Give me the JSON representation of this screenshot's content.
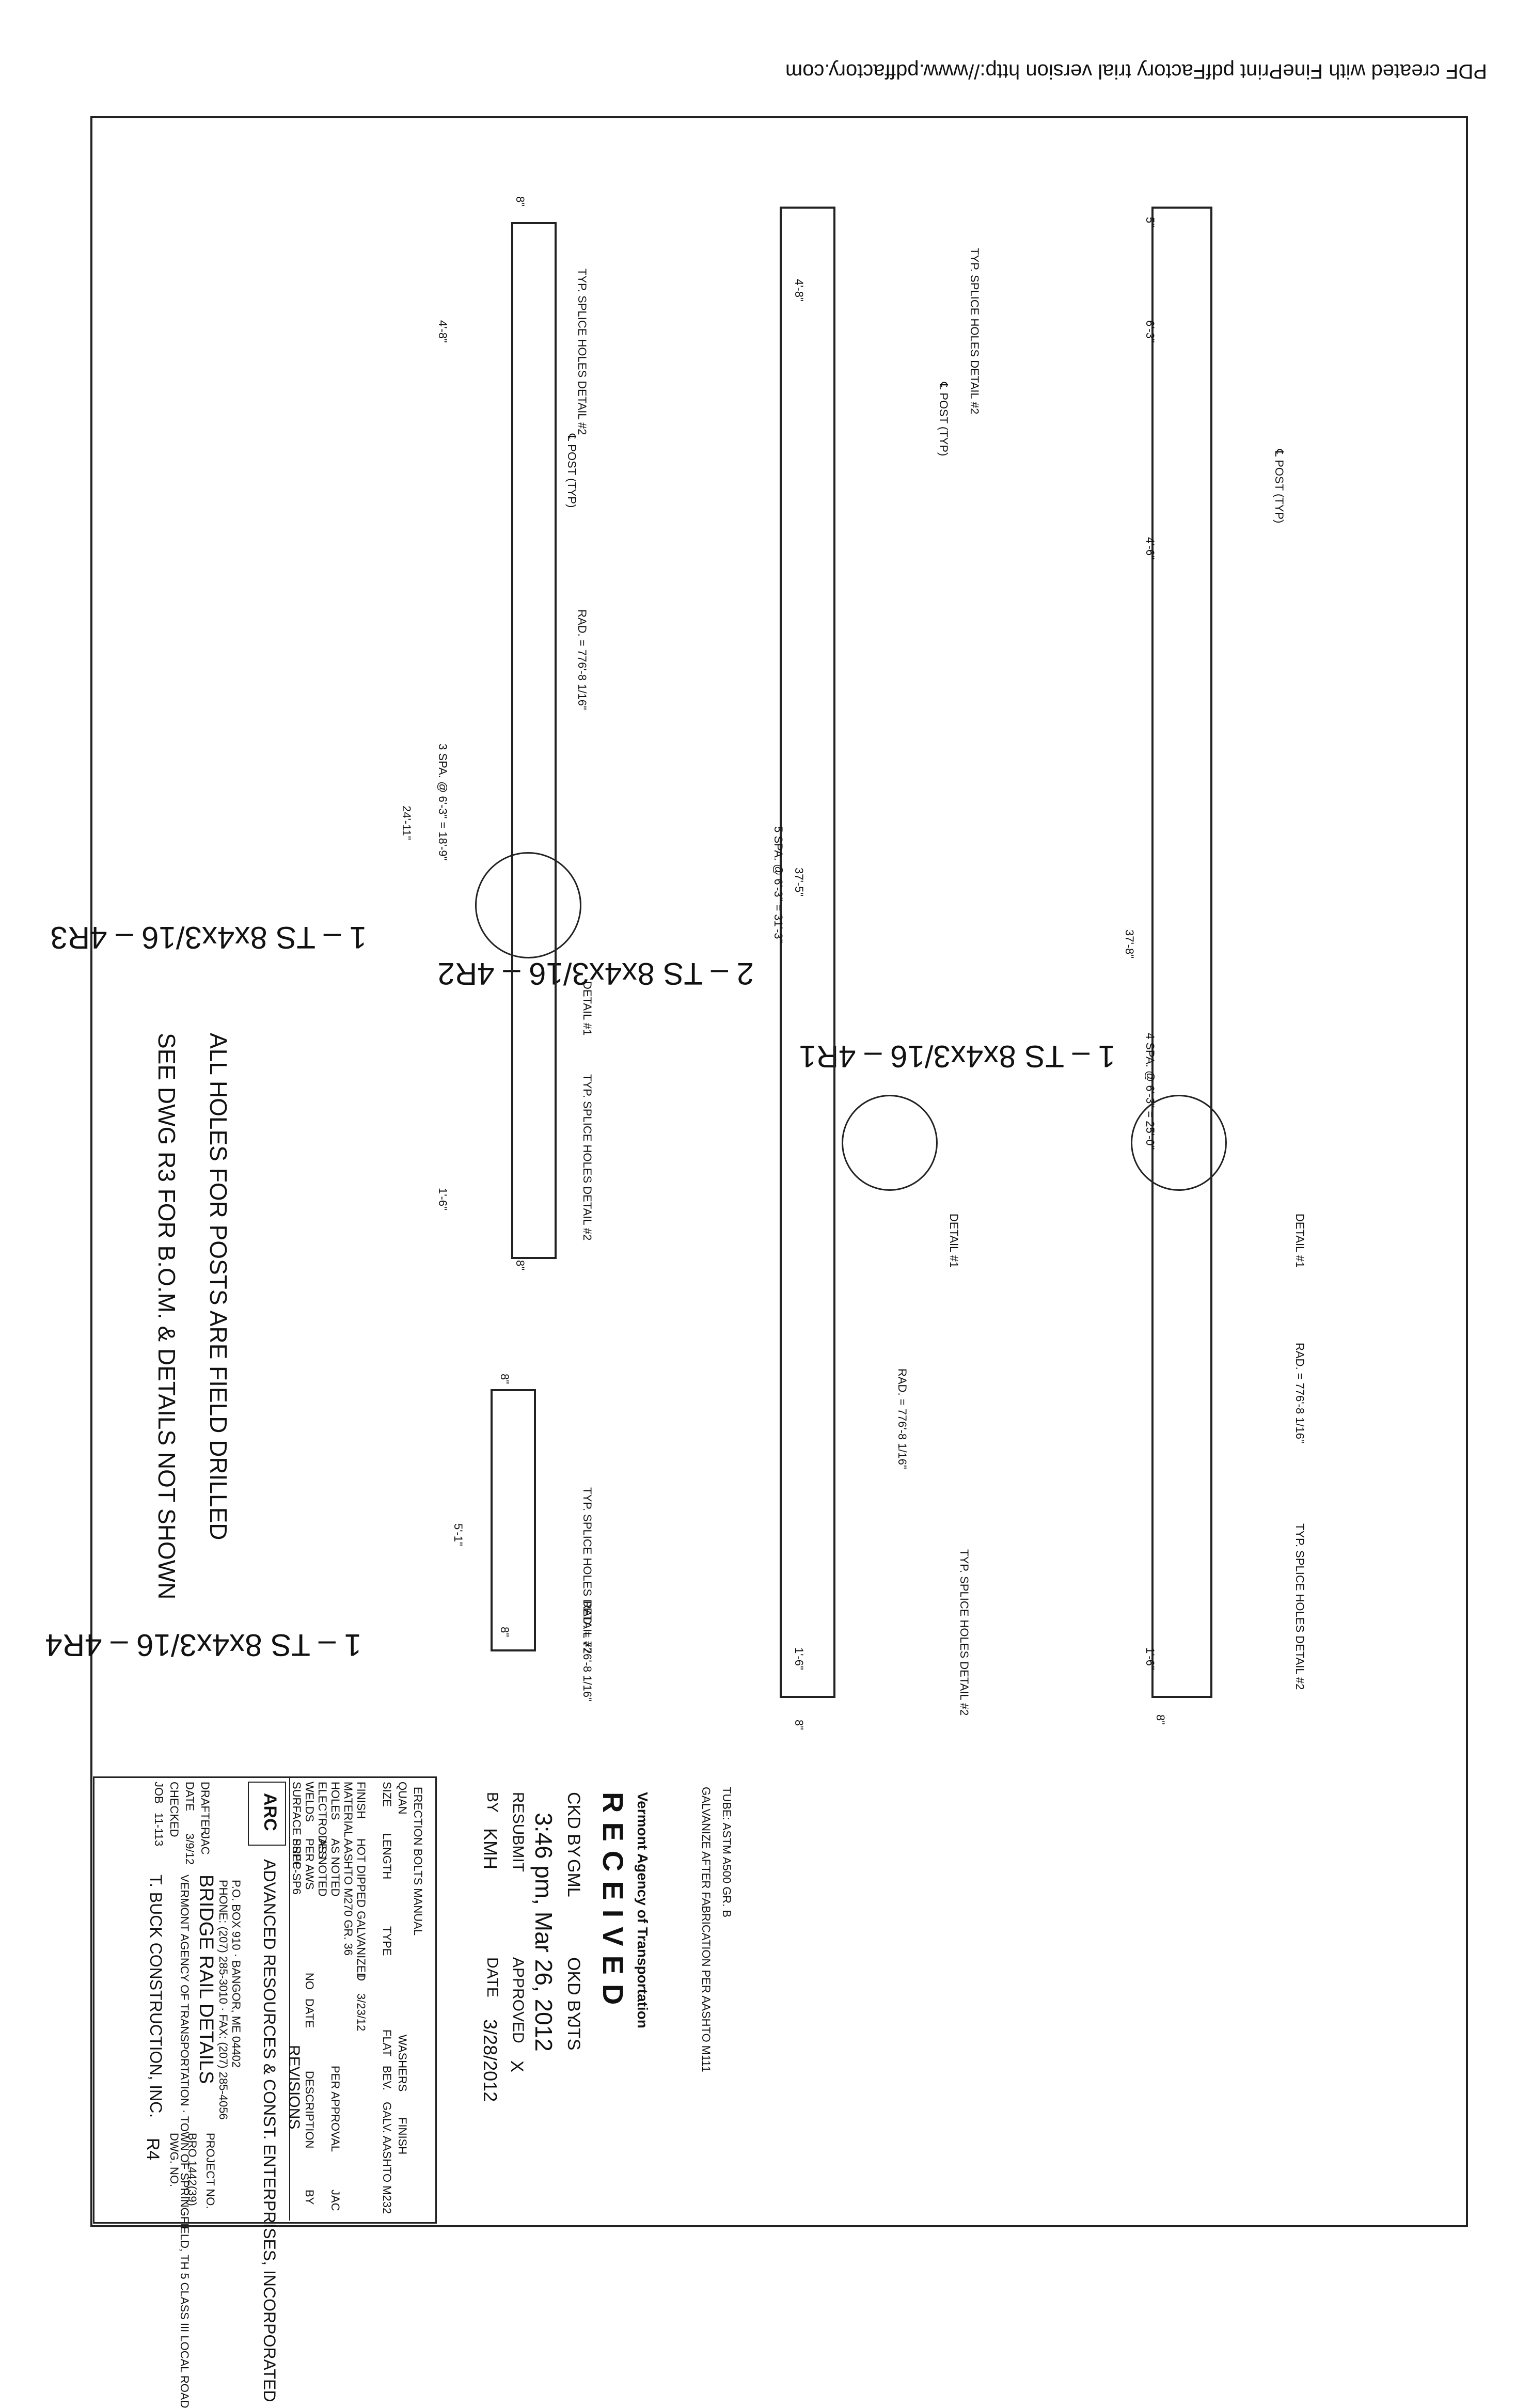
{
  "header": {
    "pdf_notice": "PDF created with FinePrint pdfFactory trial version http://www.pdffactory.com"
  },
  "drawing": {
    "beam1": {
      "label": "1 – TS 8x4x3/16 – 4R1",
      "dims": [
        "5\"",
        "6'-3\"",
        "4'-6\"",
        "37'-8\"",
        "4 SPA. @ 6'-3\" = 25'-0\"",
        "1'-6\"",
        "8\""
      ],
      "notes": [
        "℄ POST (TYP)",
        "DETAIL #1",
        "RAD. = 776'-8 1/16\"",
        "TYP. SPLICE HOLES DETAIL #2"
      ]
    },
    "beam2": {
      "label": "2 – TS 8x4x3/16 – 4R2",
      "dims": [
        "4'-8\"",
        "37'-5\"",
        "5 SPA. @ 6'-3\" = 31'-3\"",
        "1'-6\"",
        "8\""
      ],
      "notes": [
        "TYP. SPLICE HOLES DETAIL #2",
        "℄ POST (TYP)",
        "DETAIL #1",
        "RAD. = 776'-8 1/16\"",
        "TYP. SPLICE HOLES DETAIL #2"
      ]
    },
    "beam3": {
      "label": "1 – TS 8x4x3/16 – 4R3",
      "dims": [
        "8\"",
        "4'-8\"",
        "24'-11\"",
        "3 SPA. @ 6'-3\" = 18'-9\"",
        "1'-6\"",
        "8\""
      ],
      "notes": [
        "TYP. SPLICE HOLES DETAIL #2",
        "℄ POST (TYP)",
        "RAD. = 776'-8 1/16\"",
        "DETAIL #1",
        "TYP. SPLICE HOLES DETAIL #2"
      ]
    },
    "beam4": {
      "label": "1 – TS 8x4x3/16 – 4R4",
      "dims": [
        "8\"",
        "5'-1\"",
        "8\""
      ],
      "notes": [
        "TYP. SPLICE HOLES DETAIL #2",
        "RAD. = 776'-8 1/16\""
      ]
    },
    "general_notes": [
      "ALL HOLES FOR POSTS ARE FIELD DRILLED",
      "SEE DWG R3 FOR B.O.M. & DETAILS NOT SHOWN"
    ],
    "material_notes": [
      "TUBE: ASTM A500 GR. B",
      "GALVANIZE AFTER FABRICATION PER AASHTO M111"
    ]
  },
  "stamp": {
    "agency": "Vermont Agency of Transportation",
    "received": "RECEIVED",
    "ckd_by_label": "CKD BY",
    "ckd_by": "GML",
    "okd_by_label": "OKD BY",
    "okd_by": "JTS",
    "time": "3:46 pm, Mar 26, 2012",
    "resubmit": "RESUBMIT",
    "approved": "APPROVED",
    "approved_mark": "X",
    "by": "BY",
    "by_value": "KMH",
    "date_label": "DATE",
    "date_value": "3/28/2012"
  },
  "title_block": {
    "spec_headers": [
      "ERECTION BOLTS MANUAL",
      "QUAN",
      "SIZE",
      "LENGTH",
      "TYPE",
      "WASHERS",
      "FLAT",
      "BEV.",
      "FINISH",
      "GALV. AASHTO M232"
    ],
    "spec_rows": [
      [
        "FINISH",
        "HOT DIPPED GALVANIZED"
      ],
      [
        "MATERIAL",
        "AASHTO M270 GR. 36"
      ],
      [
        "HOLES",
        "AS NOTED"
      ],
      [
        "ELECTRODES",
        "AS NOTED"
      ],
      [
        "WELDS",
        "PER AWS"
      ],
      [
        "SURFACE PREP",
        "SSPC-SP6"
      ]
    ],
    "revisions_label": "REVISIONS",
    "revision": [
      "1",
      "3/23/12",
      "PER APPROVAL",
      "JAC"
    ],
    "revision_headers": [
      "NO",
      "DATE",
      "DESCRIPTION",
      "BY"
    ],
    "company_logo": "ARC",
    "company_name": "ADVANCED RESOURCES & CONST. ENTERPRISES, INCORPORATED",
    "company_address": "P.O. BOX 910 · BANGOR, ME 04402",
    "company_phone": "PHONE: (207) 285-3010 · FAX: (207) 285-4056",
    "drafter_label": "DRAFTER",
    "drafter": "JAC",
    "date_label": "DATE",
    "date": "3/9/12",
    "checked_label": "CHECKED",
    "job_label": "JOB",
    "job": "11-113",
    "drawing_title": "BRIDGE RAIL DETAILS",
    "project_desc": "VERMONT AGENCY OF TRANSPORTATION · TOWN OF SPRINGFIELD, TH 5 CLASS III LOCAL ROAD",
    "contractor": "T. BUCK CONSTRUCTION, INC.",
    "project_no_label": "PROJECT NO.",
    "project_no": "BRO 1442(39)",
    "dwg_no_label": "DWG. NO.",
    "dwg_no": "R4"
  },
  "colors": {
    "ink": "#222222",
    "paper": "#ffffff"
  }
}
